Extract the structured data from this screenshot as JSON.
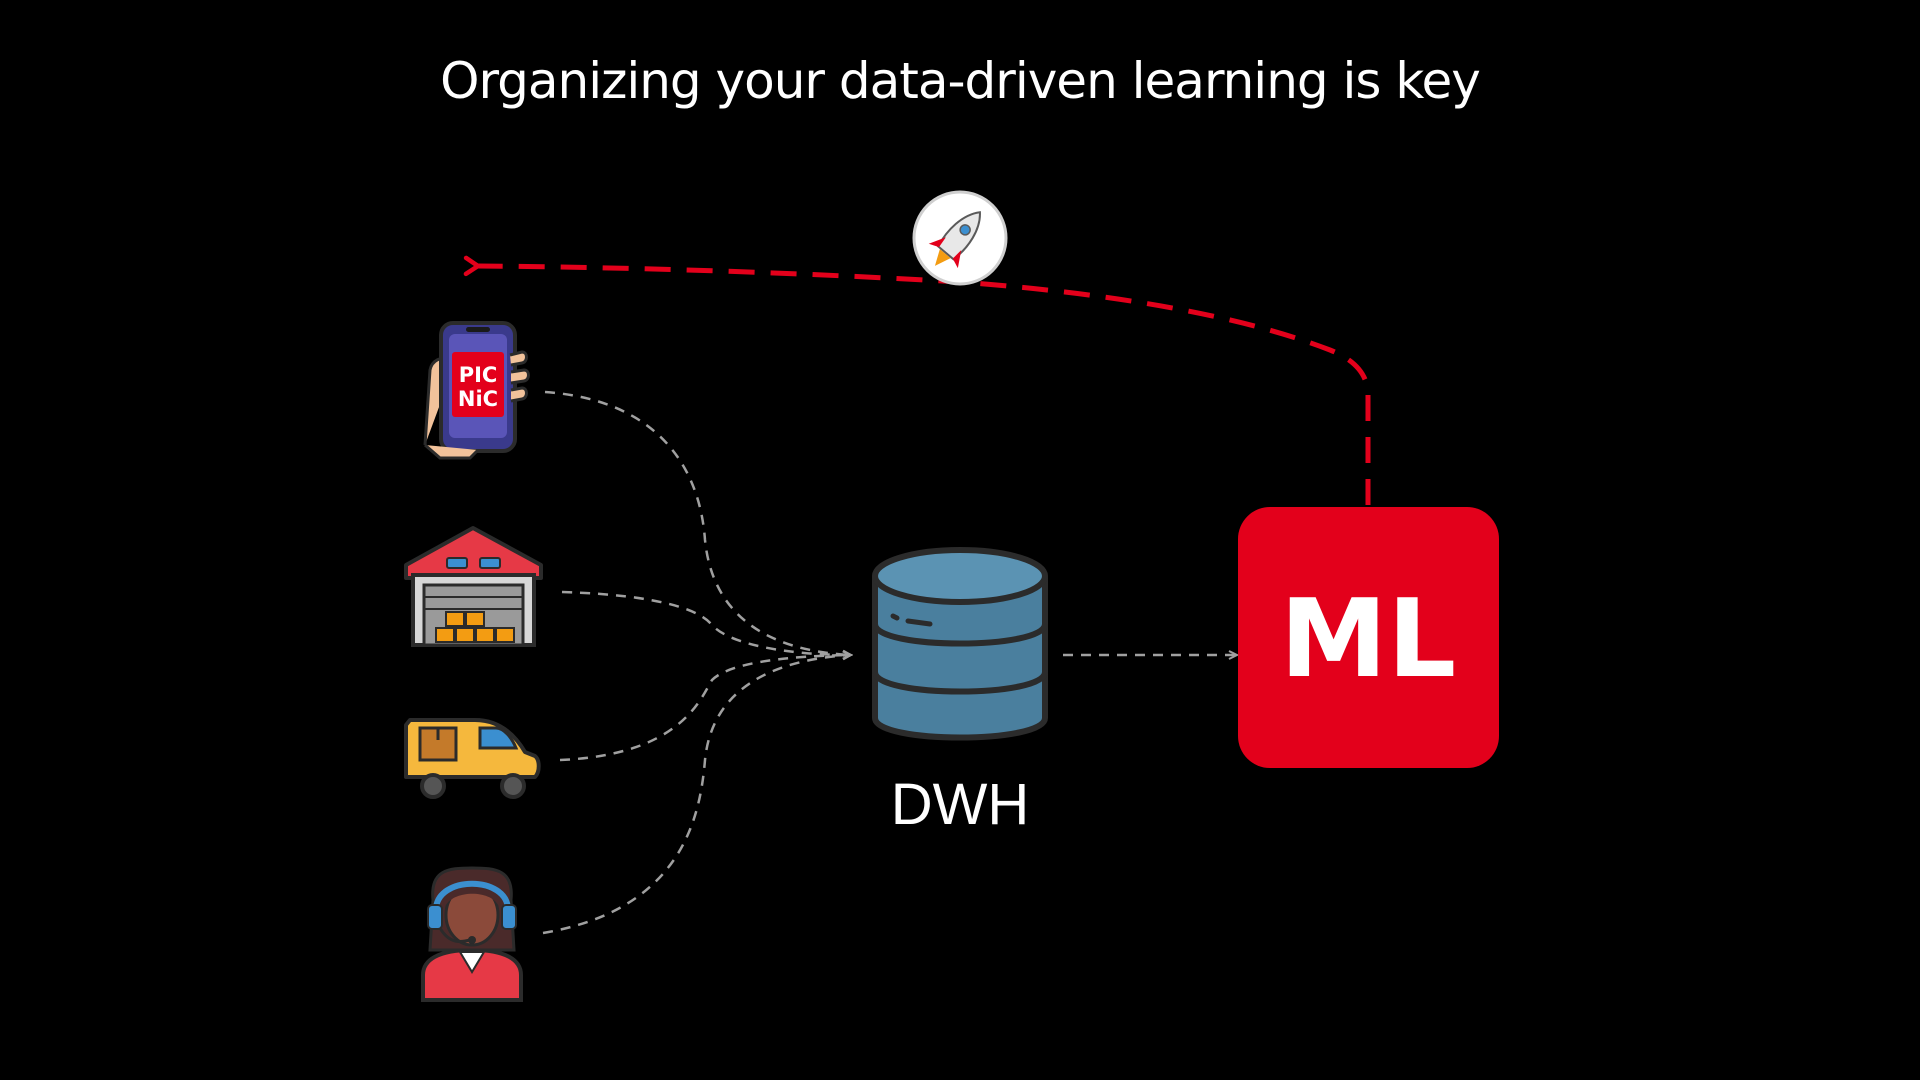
{
  "slide": {
    "title": "Organizing your data-driven learning is key"
  },
  "sources": [
    {
      "icon": "phone-app-icon",
      "logo_text_line1": "PIC",
      "logo_text_line2": "NiC"
    },
    {
      "icon": "warehouse-icon"
    },
    {
      "icon": "delivery-van-icon"
    },
    {
      "icon": "customer-support-agent-icon"
    }
  ],
  "dwh": {
    "label": "DWH",
    "icon": "database-icon"
  },
  "ml": {
    "label": "ML",
    "icon": "ml-logo-icon"
  },
  "feedback": {
    "icon": "rocket-icon"
  },
  "colors": {
    "background": "#000000",
    "feedback_arrow": "#e3001b",
    "flow_arrows": "#a0a0a0",
    "ml_box": "#e3001b",
    "database": "#4a7f9e"
  }
}
